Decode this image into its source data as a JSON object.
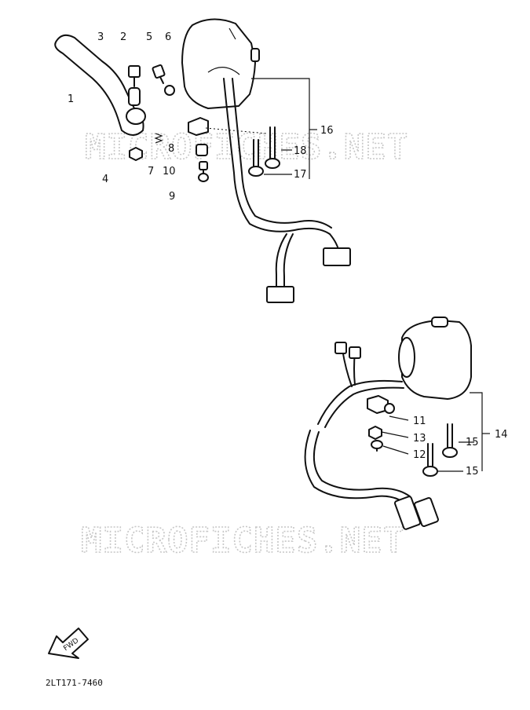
{
  "watermark": {
    "text": "MICROFICHES.NET"
  },
  "callouts": [
    "1",
    "2",
    "3",
    "4",
    "5",
    "6",
    "7",
    "8",
    "9",
    "10",
    "11",
    "12",
    "13",
    "14",
    "15",
    "15",
    "16",
    "17",
    "18"
  ],
  "fwd_label": "FWD",
  "diagram_code": "2LT171-7460"
}
